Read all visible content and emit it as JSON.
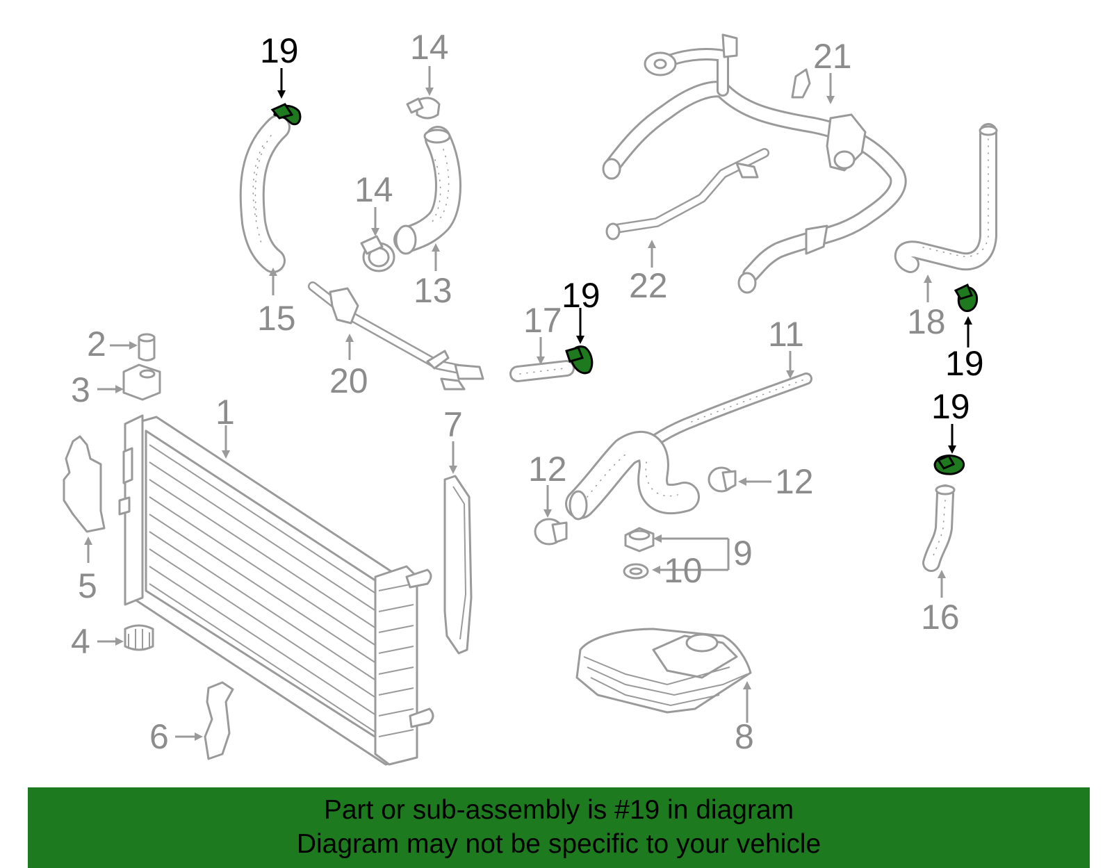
{
  "labels": {
    "n1": "1",
    "n2": "2",
    "n3": "3",
    "n4": "4",
    "n5": "5",
    "n6": "6",
    "n7": "7",
    "n8": "8",
    "n9": "9",
    "n10": "10",
    "n11": "11",
    "n12a": "12",
    "n12b": "12",
    "n13": "13",
    "n14a": "14",
    "n14b": "14",
    "n15": "15",
    "n16": "16",
    "n17": "17",
    "n18": "18",
    "n19a": "19",
    "n19b": "19",
    "n19c": "19",
    "n19d": "19",
    "n20": "20",
    "n21": "21",
    "n22": "22"
  },
  "highlight_part": "19",
  "colors": {
    "highlight": "#1e7a1e",
    "part_outline": "#9a9a9a",
    "label": "#8c8c8c",
    "highlight_label": "#000000"
  },
  "banner": {
    "line1": "Part or sub-assembly is #19 in diagram",
    "line2": "Diagram may not be specific to your vehicle"
  }
}
